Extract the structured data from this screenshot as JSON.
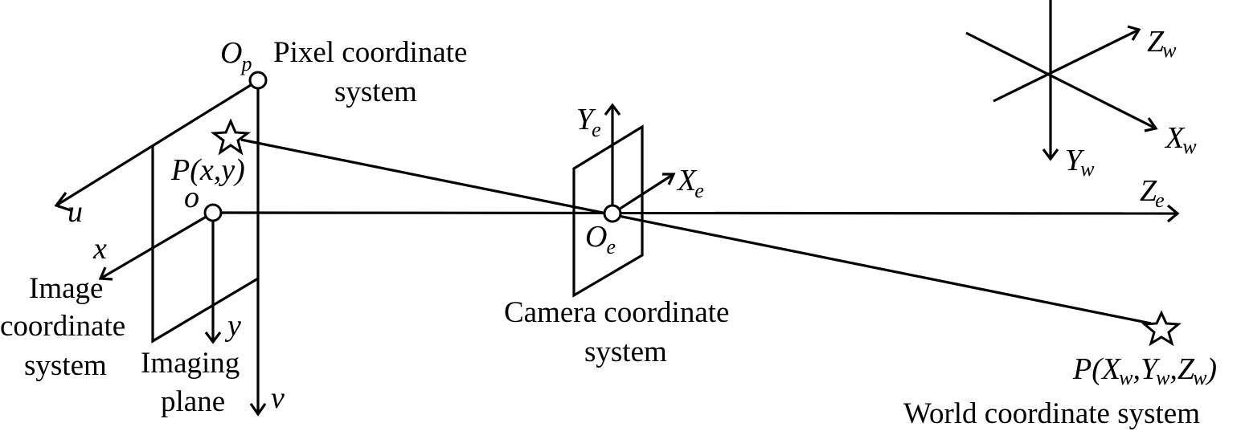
{
  "title": "Camera imaging coordinate systems",
  "labels": {
    "pixel_origin": {
      "main": "O",
      "sub": "p"
    },
    "pixel_system": [
      "Pixel coordinate",
      "system"
    ],
    "u_axis": "u",
    "v_axis": "v",
    "point_image": {
      "prefix": "P(",
      "x": "x",
      "comma": ",",
      "y": "y",
      "suffix": ")"
    },
    "image_origin": "o",
    "x_axis": "x",
    "y_axis": "y",
    "image_system": [
      "Image",
      "coordinate",
      "system"
    ],
    "imaging_plane": [
      "Imaging",
      "plane"
    ],
    "camera_y": {
      "main": "Y",
      "sub": "e"
    },
    "camera_x": {
      "main": "X",
      "sub": "e"
    },
    "camera_z": {
      "main": "Z",
      "sub": "e"
    },
    "camera_origin": {
      "main": "O",
      "sub": "e"
    },
    "camera_system": [
      "Camera coordinate",
      "system"
    ],
    "world_z": {
      "main": "Z",
      "sub": "w"
    },
    "world_x": {
      "main": "X",
      "sub": "w"
    },
    "world_y": {
      "main": "Y",
      "sub": "w"
    },
    "point_world": {
      "prefix": "P(",
      "x": "X",
      "xs": "w",
      "c1": ",",
      "y": "Y",
      "ys": "w",
      "c2": ",",
      "z": "Z",
      "zs": "w",
      "suffix": ")"
    },
    "world_system": "World coordinate system"
  }
}
